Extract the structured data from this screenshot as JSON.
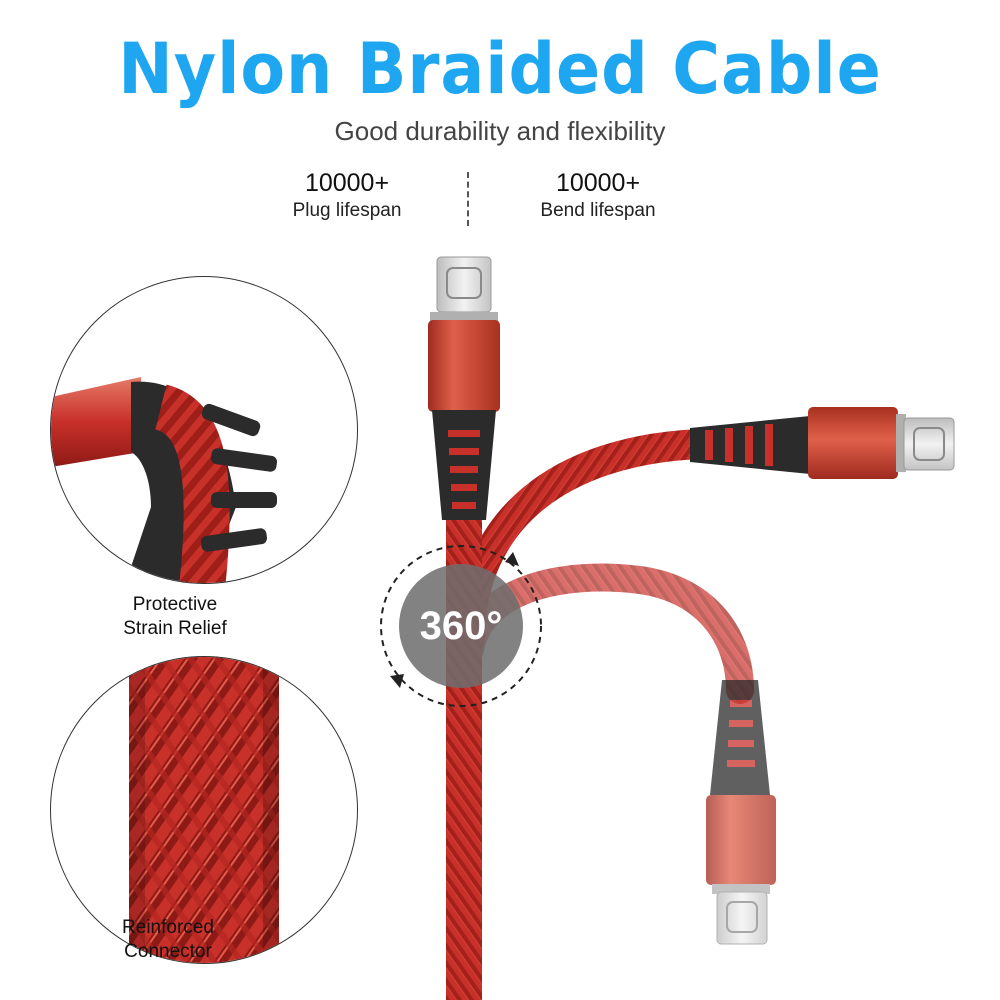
{
  "header": {
    "title": "Nylon Braided Cable",
    "subtitle": "Good durability and flexibility",
    "title_color": "#1ea7f0",
    "subtitle_color": "#444444"
  },
  "stats": [
    {
      "value": "10000+",
      "label": "Plug lifespan"
    },
    {
      "value": "10000+",
      "label": "Bend lifespan"
    }
  ],
  "callouts": [
    {
      "line1": "Protective",
      "line2": "Strain Relief"
    },
    {
      "line1": "Reinforced",
      "line2": "Connector"
    }
  ],
  "badge": {
    "text": "360°"
  },
  "colors": {
    "cable_red": "#c8302a",
    "cable_dark": "#8e1a16",
    "connector_metal": "#cf4d3b",
    "plug_silver": "#d9d9d9",
    "strain_relief": "#2b2b2b"
  },
  "icons": [
    "usb-c-plug-icon",
    "rotate-arrow-icon"
  ]
}
